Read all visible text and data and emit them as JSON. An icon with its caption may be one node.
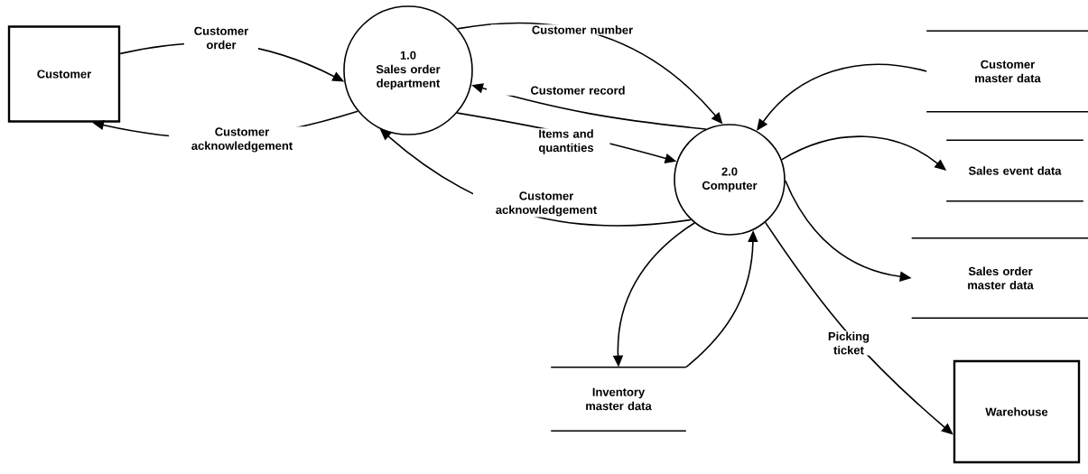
{
  "diagram": {
    "nodes": [
      {
        "text": [
          "Customer"
        ]
      },
      {
        "text": [
          "1.0",
          "Sales order department"
        ]
      },
      {
        "text": [
          "2.0",
          "Computer"
        ]
      },
      {
        "text": [
          "Customer master data"
        ]
      },
      {
        "text": [
          "Sales event data"
        ]
      },
      {
        "text": [
          "Sales order master data"
        ]
      },
      {
        "text": [
          "Inventory master data"
        ]
      },
      {
        "text": [
          "Warehouse"
        ]
      }
    ],
    "edges": [
      {
        "from": 0,
        "to": 1,
        "arrow": "to",
        "label": "Customer order"
      },
      {
        "from": 1,
        "to": 0,
        "arrow": "to",
        "label": "Customer acknowledgement"
      },
      {
        "from": 1,
        "to": 2,
        "arrow": "to",
        "label": "Customer number"
      },
      {
        "from": 2,
        "to": 1,
        "arrow": "to",
        "label": "Customer record"
      },
      {
        "from": 1,
        "to": 2,
        "arrow": "to",
        "label": "Items and quantities"
      },
      {
        "from": 2,
        "to": 1,
        "arrow": "to",
        "label": "Customer acknowledgement"
      },
      {
        "from": 3,
        "to": 2,
        "arrow": "to"
      },
      {
        "from": 2,
        "to": 4,
        "arrow": "to"
      },
      {
        "from": 2,
        "to": 5,
        "arrow": "to"
      },
      {
        "from": 2,
        "to": 6,
        "arrow": "to"
      },
      {
        "from": 6,
        "to": 2,
        "arrow": "to"
      },
      {
        "from": 2,
        "to": 7,
        "arrow": "to",
        "label": "Picking ticket"
      }
    ]
  }
}
